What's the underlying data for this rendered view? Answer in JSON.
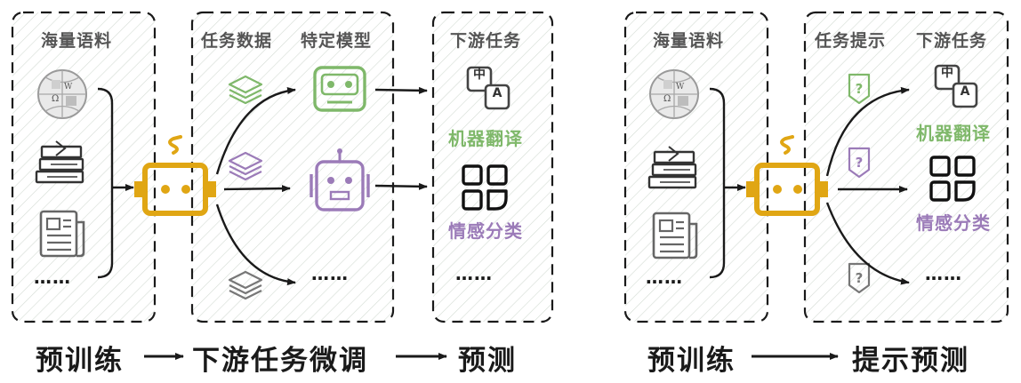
{
  "colors": {
    "green": "#7fb86a",
    "purple": "#9b7bb8",
    "gold": "#e0a614",
    "gray": "#6e6e6e",
    "dark": "#1a1a1a",
    "hatch": "#cfd8cf"
  },
  "left": {
    "box_corpus": "海量语料",
    "box_task_data": "任务数据",
    "box_specific_model": "特定模型",
    "box_downstream": "下游任务",
    "task_mt": "机器翻译",
    "task_sentiment": "情感分类",
    "ellipsis_corpus": "……",
    "ellipsis_model": "……",
    "ellipsis_task": "……",
    "step_pretrain": "预训练",
    "step_finetune": "下游任务微调",
    "step_predict": "预测",
    "icon_char_zh": "中",
    "icon_char_a": "A"
  },
  "right": {
    "box_corpus": "海量语料",
    "box_prompt": "任务提示",
    "box_downstream": "下游任务",
    "task_mt": "机器翻译",
    "task_sentiment": "情感分类",
    "ellipsis_corpus": "……",
    "ellipsis_task": "……",
    "step_pretrain": "预训练",
    "step_prompt_predict": "提示预测",
    "icon_char_zh": "中",
    "icon_char_a": "A",
    "icon_char_q": "?"
  },
  "icons": {
    "corpus": [
      "wikipedia-globe-icon",
      "books-icon",
      "newspaper-icon"
    ],
    "task_data": [
      "layers-stack-icon"
    ],
    "models": [
      "robot-face-icon"
    ],
    "prompt": [
      "question-tag-icon"
    ],
    "tasks": [
      "translate-icon",
      "grid-apps-icon"
    ]
  }
}
